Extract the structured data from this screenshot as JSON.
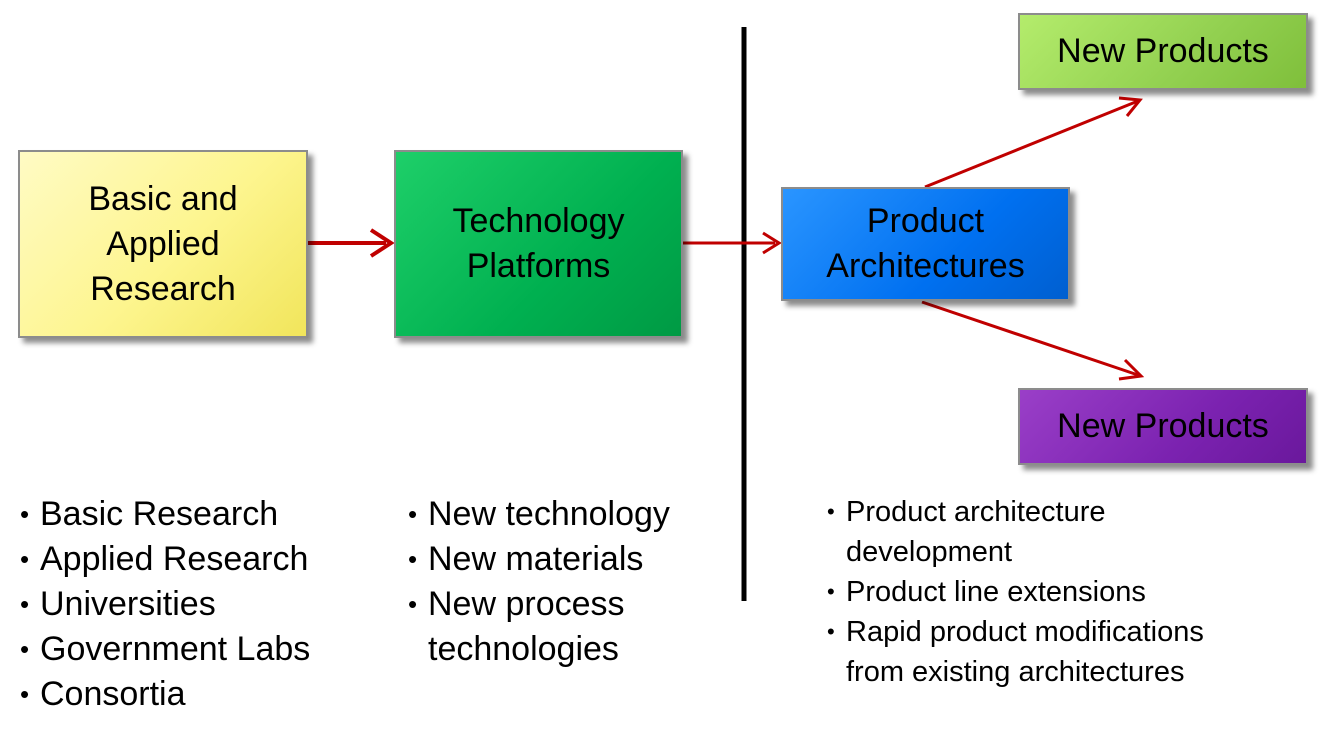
{
  "boxes": {
    "research": "Basic and Applied Research",
    "platforms": "Technology Platforms",
    "architectures": "Product Architectures",
    "products_top": "New Products",
    "products_bottom": "New Products"
  },
  "lists": {
    "research": [
      "Basic Research",
      "Applied Research",
      "Universities",
      "Government Labs",
      "Consortia"
    ],
    "platforms": [
      "New technology",
      "New materials",
      "New process technologies"
    ],
    "architectures": [
      "Product architecture development",
      "Product line extensions",
      "Rapid product modifications from existing architectures"
    ]
  },
  "colors": {
    "research_box": "#fdf58e",
    "platforms_box": "#00b050",
    "architectures_box": "#0070f0",
    "products_top_box": "#92d050",
    "products_bottom_box": "#7b22b0",
    "arrow": "#c00000",
    "divider": "#000000"
  }
}
